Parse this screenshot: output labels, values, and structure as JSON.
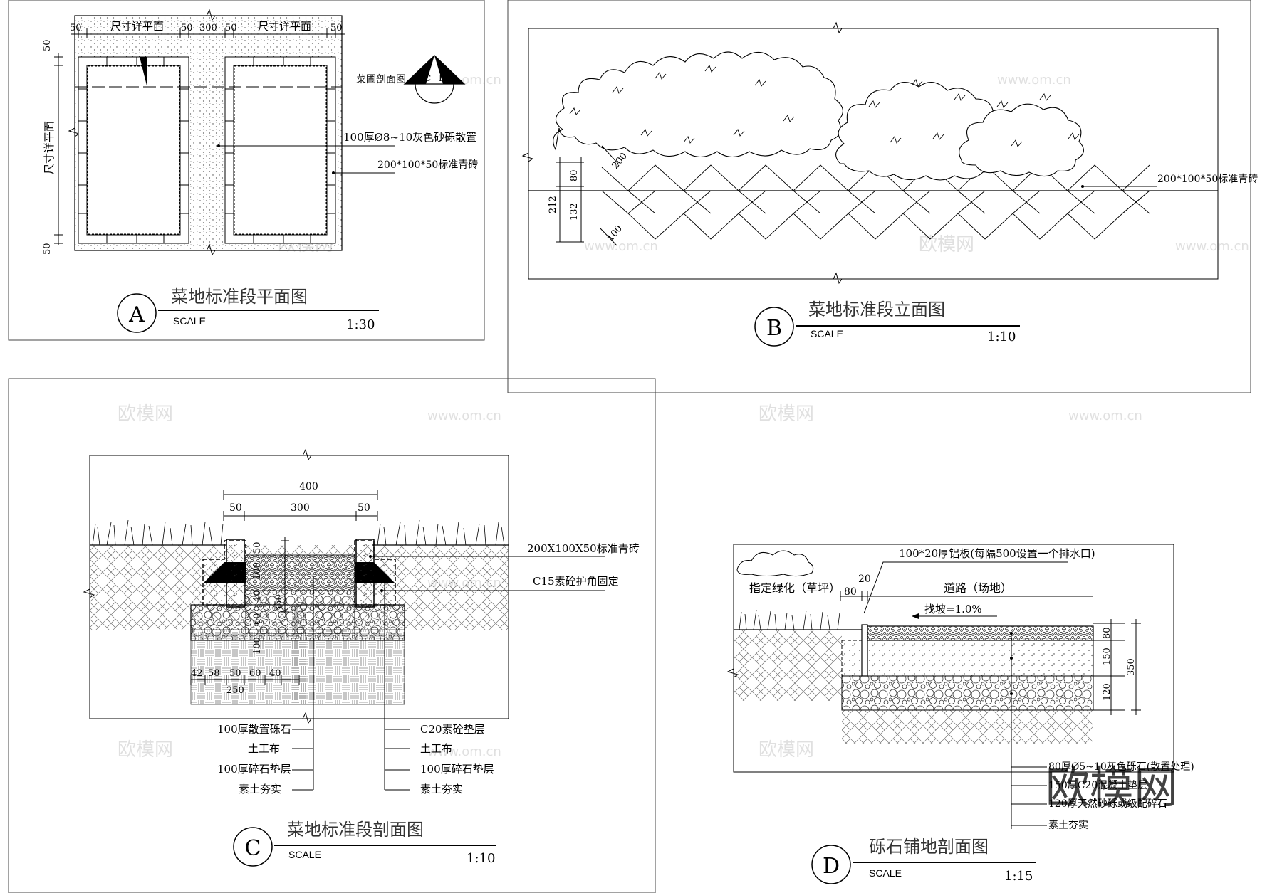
{
  "panelA": {
    "letter": "A",
    "title": "菜地标准段平面图",
    "scale_label": "SCALE",
    "scale": "1:30",
    "dims_top": [
      "50",
      "尺寸详平面",
      "50",
      "300",
      "50",
      "尺寸详平面",
      "50"
    ],
    "dims_left": [
      "50",
      "尺寸详平面",
      "50"
    ],
    "section_mark_label": "菜圃剖面图",
    "section_mark_letters": [
      "C",
      "LD"
    ],
    "callouts": [
      "100厚Ø8~10灰色砂砾散置",
      "200*100*50标准青砖"
    ]
  },
  "panelB": {
    "letter": "B",
    "title": "菜地标准段立面图",
    "scale_label": "SCALE",
    "scale": "1:10",
    "dims": [
      "212",
      "80",
      "132",
      "200",
      "100"
    ],
    "callout": "200*100*50标准青砖"
  },
  "panelC": {
    "letter": "C",
    "title": "菜地标准段剖面图",
    "scale_label": "SCALE",
    "scale": "1:10",
    "dims_top": [
      "400",
      "50",
      "300",
      "50"
    ],
    "dims_vert": [
      "50",
      "100",
      "40",
      "350",
      "60",
      "100"
    ],
    "dims_bottom": [
      "42",
      "58",
      "50",
      "60",
      "40",
      "250"
    ],
    "callouts_right": [
      "200X100X50标准青砖",
      "C15素砼护角固定"
    ],
    "legend_left": [
      "100厚散置砾石",
      "土工布",
      "100厚碎石垫层",
      "素土夯实"
    ],
    "legend_right": [
      "C20素砼垫层",
      "土工布",
      "100厚碎石垫层",
      "素土夯实"
    ]
  },
  "panelD": {
    "letter": "D",
    "title": "砾石铺地剖面图",
    "scale_label": "SCALE",
    "scale": "1:15",
    "top_callout": "100*20厚铝板(每隔500设置一个排水口)",
    "zone_left": "指定绿化（草坪）",
    "zone_right": "道路（场地）",
    "dims_top": [
      "80",
      "20"
    ],
    "slope": "找坡=1.0%",
    "dims_right": [
      "80",
      "150",
      "120",
      "350"
    ],
    "legend": [
      "80厚Ø5~10灰色砾石(散置处理)",
      "150厚C20混凝土垫层",
      "120厚天然砂砾或级配碎石",
      "素土夯实"
    ]
  },
  "watermark": {
    "brand": "欧模网",
    "site": "www.om.cn"
  }
}
